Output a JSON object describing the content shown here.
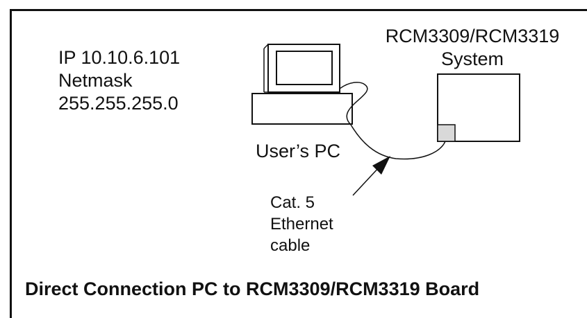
{
  "ip_info": {
    "ip_line": "IP 10.10.6.101",
    "netmask_label": "Netmask",
    "netmask_value": "255.255.255.0"
  },
  "system_label": {
    "line1": "RCM3309/RCM3319",
    "line2": "System"
  },
  "pc_label": "User’s PC",
  "cable_label": {
    "line1": "Cat. 5",
    "line2": "Ethernet",
    "line3": "cable"
  },
  "caption": "Direct Connection PC to RCM3309/RCM3319 Board",
  "colors": {
    "stroke": "#111111",
    "port_fill": "#d9d9d9",
    "background": "#ffffff"
  }
}
